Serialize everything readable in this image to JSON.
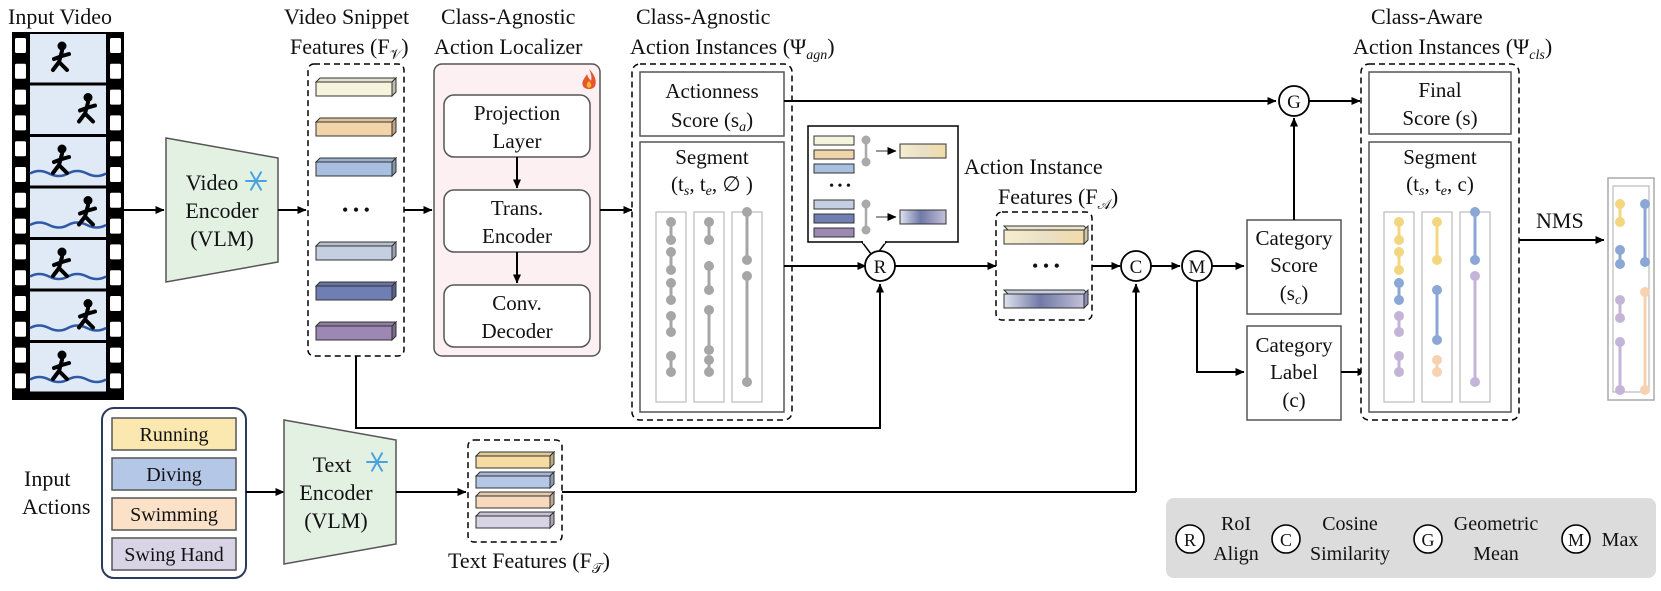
{
  "input_video": {
    "title": "Input Video",
    "frame_icons": [
      "walk-icon",
      "run-icon",
      "dive-icon",
      "swim-icon",
      "swim-head-icon",
      "swim-wave-icon",
      "swing-icon"
    ]
  },
  "video_encoder": {
    "line1": "Video",
    "line2": "Encoder",
    "line3": "(VLM)",
    "frozen_icon": "snowflake-icon"
  },
  "snippet_features": {
    "line1": "Video Snippet",
    "line2": "Features (F",
    "sub": "𝒱",
    "close": ")",
    "ellipsis": "• • •",
    "colors": [
      "#f7f4de",
      "#f2d4ab",
      "#a9bfe0",
      "#c4d0e2",
      "#6f7fb3",
      "#9d88b4"
    ]
  },
  "localizer": {
    "line1": "Class-Agnostic",
    "line2": "Action Localizer",
    "trainable_icon": "fire-icon",
    "projection": [
      "Projection",
      "Layer"
    ],
    "encoder": [
      "Trans.",
      "Encoder"
    ],
    "decoder": [
      "Conv.",
      "Decoder"
    ]
  },
  "agnostic_instances": {
    "line1": "Class-Agnostic",
    "line2": "Action Instances (Ψ",
    "sub": "agn",
    "close": ")",
    "actionness": [
      "Actionness",
      "Score (s",
      "a",
      ")"
    ],
    "segment": [
      "Segment",
      "(t",
      "s",
      ", t",
      "e",
      ", ∅ )"
    ]
  },
  "roi_inset": {
    "ellipsis": "• • •"
  },
  "instance_features": {
    "line1": "Action Instance",
    "line2": "Features (F",
    "sub": "𝒜",
    "close": ")",
    "ellipsis": "• • •"
  },
  "ops": {
    "roi": "R",
    "cos": "C",
    "max": "M",
    "geo": "G"
  },
  "category_score": [
    "Category",
    "Score",
    "(s",
    "c",
    ")"
  ],
  "category_label": [
    "Category",
    "Label",
    "(c)"
  ],
  "aware_instances": {
    "line1": "Class-Aware",
    "line2": "Action Instances (Ψ",
    "sub": "cls",
    "close": ")",
    "final": [
      "Final",
      "Score (s)"
    ],
    "segment": [
      "Segment",
      "(t",
      "s",
      ", t",
      "e",
      ", c)"
    ]
  },
  "nms": "NMS",
  "input_actions": {
    "line1": "Input",
    "line2": "Actions",
    "items": [
      {
        "label": "Running",
        "color": "#fbe8b0"
      },
      {
        "label": "Diving",
        "color": "#b4c7e7"
      },
      {
        "label": "Swimming",
        "color": "#fbe1c8"
      },
      {
        "label": "Swing Hand",
        "color": "#d9d3e6"
      }
    ]
  },
  "text_encoder": {
    "line1": "Text",
    "line2": "Encoder",
    "line3": "(VLM)",
    "frozen_icon": "snowflake-icon"
  },
  "text_features": {
    "label": "Text Features (F",
    "sub": "𝒯",
    "close": ")",
    "colors": [
      "#f6dca3",
      "#b4c7e7",
      "#f7d9bd",
      "#d9d3e6"
    ]
  },
  "legend": {
    "roi": {
      "sym": "R",
      "l1": "RoI",
      "l2": "Align"
    },
    "cos": {
      "sym": "C",
      "l1": "Cosine",
      "l2": "Similarity"
    },
    "geo": {
      "sym": "G",
      "l1": "Geometric",
      "l2": "Mean"
    },
    "max": {
      "sym": "M",
      "l1": "Max"
    }
  }
}
